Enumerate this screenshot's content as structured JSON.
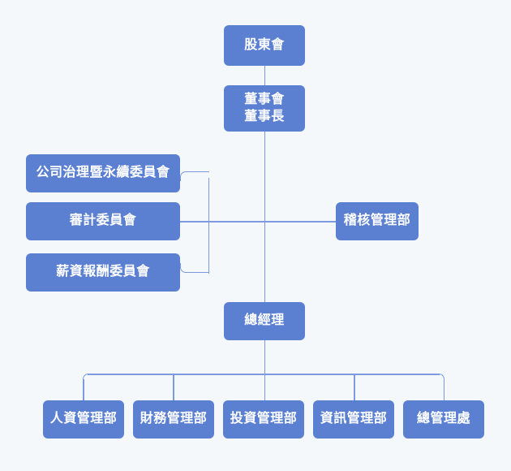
{
  "chart": {
    "title": "",
    "type": "org-chart",
    "palette": {
      "background": "#f5f8fb",
      "node_fill": "#5b80d2",
      "node_text": "#ffffff",
      "connector": "#7d9ade"
    }
  },
  "nodes": {
    "shareholders_meeting": {
      "label": "股東會"
    },
    "board_of_directors": {
      "line1": "董事會",
      "line2": "董事長"
    },
    "corporate_governance_committee": {
      "label": "公司治理暨永續委員會"
    },
    "audit_committee": {
      "label": "審計委員會"
    },
    "compensation_committee": {
      "label": "薪資報酬委員會"
    },
    "audit_management_dept": {
      "label": "稽核管理部"
    },
    "general_manager": {
      "label": "總經理"
    }
  },
  "departments": [
    {
      "label": "人資管理部"
    },
    {
      "label": "財務管理部"
    },
    {
      "label": "投資管理部"
    },
    {
      "label": "資訊管理部"
    },
    {
      "label": "總管理處"
    }
  ]
}
